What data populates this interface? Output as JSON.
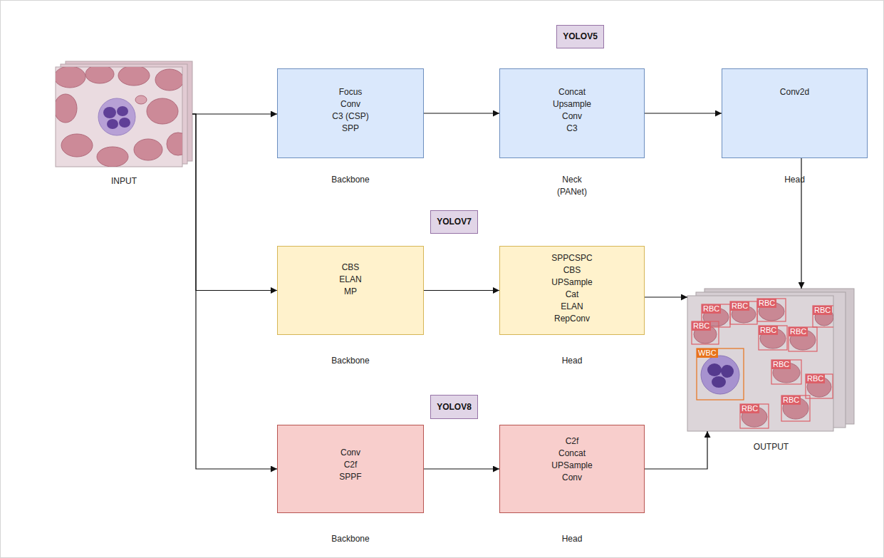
{
  "diagram": {
    "nodes": [
      {
        "text": [
          "YOLOV5"
        ]
      },
      {
        "text": [
          "INPUT"
        ]
      },
      {
        "text": [
          "Focus",
          "Conv",
          "C3 (CSP)",
          "SPP",
          "Backbone"
        ]
      },
      {
        "text": [
          "Concat",
          "Upsample",
          "Conv",
          "C3",
          "Neck (PANet)"
        ]
      },
      {
        "text": [
          "Conv2d",
          "Head"
        ]
      },
      {
        "text": [
          "YOLOV7"
        ]
      },
      {
        "text": [
          "CBS",
          "ELAN",
          "MP",
          "Backbone"
        ]
      },
      {
        "text": [
          "SPPCSPC",
          "CBS",
          "UPSample",
          "Cat",
          "ELAN",
          "RepConv",
          "Head"
        ]
      },
      {
        "text": [
          "OUTPUT"
        ]
      },
      {
        "text": [
          "YOLOV8"
        ]
      },
      {
        "text": [
          "Conv",
          "C2f",
          "SPPF",
          "Backbone"
        ]
      },
      {
        "text": [
          "C2f",
          "Concat",
          "UPSample",
          "Conv",
          "Head"
        ]
      }
    ],
    "edges": [
      {
        "from": 1,
        "to": 2,
        "arrow": "to"
      },
      {
        "from": 1,
        "to": 6,
        "arrow": "to"
      },
      {
        "from": 1,
        "to": 10,
        "arrow": "to"
      },
      {
        "from": 2,
        "to": 3,
        "arrow": "to"
      },
      {
        "from": 3,
        "to": 4,
        "arrow": "to"
      },
      {
        "from": 4,
        "to": 8,
        "arrow": "to"
      },
      {
        "from": 6,
        "to": 7,
        "arrow": "to"
      },
      {
        "from": 7,
        "to": 8,
        "arrow": "to"
      },
      {
        "from": 10,
        "to": 11,
        "arrow": "to"
      },
      {
        "from": 11,
        "to": 8,
        "arrow": "to"
      }
    ],
    "labels": [
      "RBC",
      "RBC",
      "RBC",
      "RBC",
      "RBC",
      "RBC",
      "WBC",
      "RBC",
      "RBC",
      "RBC",
      "RBC",
      "RBC"
    ]
  }
}
